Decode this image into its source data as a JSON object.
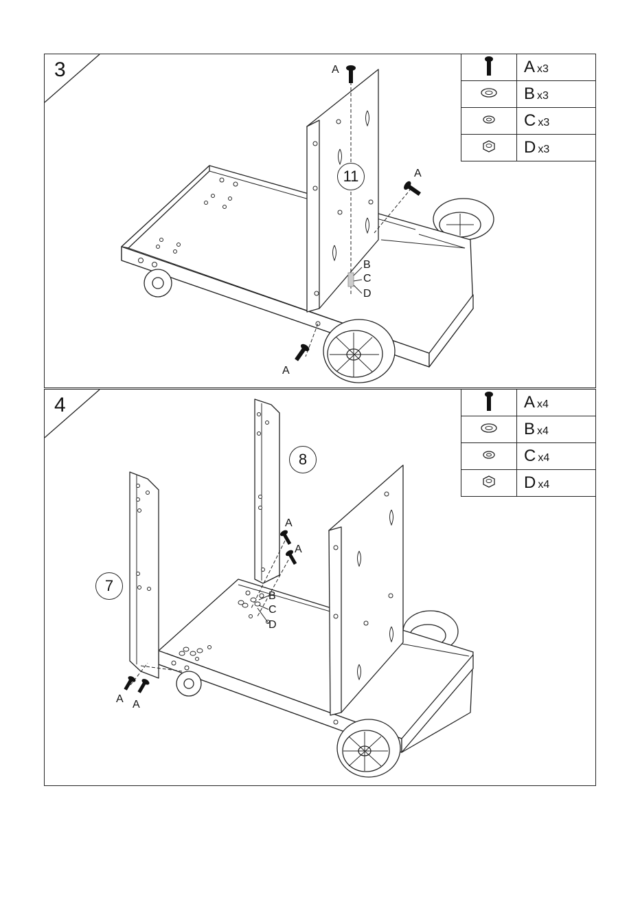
{
  "steps": [
    {
      "number": "3",
      "part_label": "11",
      "parts": [
        {
          "icon": "bolt-icon",
          "letter": "A",
          "qty": "x3"
        },
        {
          "icon": "washer-icon",
          "letter": "B",
          "qty": "x3"
        },
        {
          "icon": "spring-washer-icon",
          "letter": "C",
          "qty": "x3"
        },
        {
          "icon": "hex-nut-icon",
          "letter": "D",
          "qty": "x3"
        }
      ],
      "callouts": {
        "a": "A",
        "b": "B",
        "c": "C",
        "d": "D"
      }
    },
    {
      "number": "4",
      "part_labels": {
        "left_post": "7",
        "right_post": "8"
      },
      "parts": [
        {
          "icon": "bolt-icon",
          "letter": "A",
          "qty": "x4"
        },
        {
          "icon": "washer-icon",
          "letter": "B",
          "qty": "x4"
        },
        {
          "icon": "spring-washer-icon",
          "letter": "C",
          "qty": "x4"
        },
        {
          "icon": "hex-nut-icon",
          "letter": "D",
          "qty": "x4"
        }
      ],
      "callouts": {
        "a": "A",
        "b": "B",
        "c": "C",
        "d": "D"
      }
    }
  ]
}
